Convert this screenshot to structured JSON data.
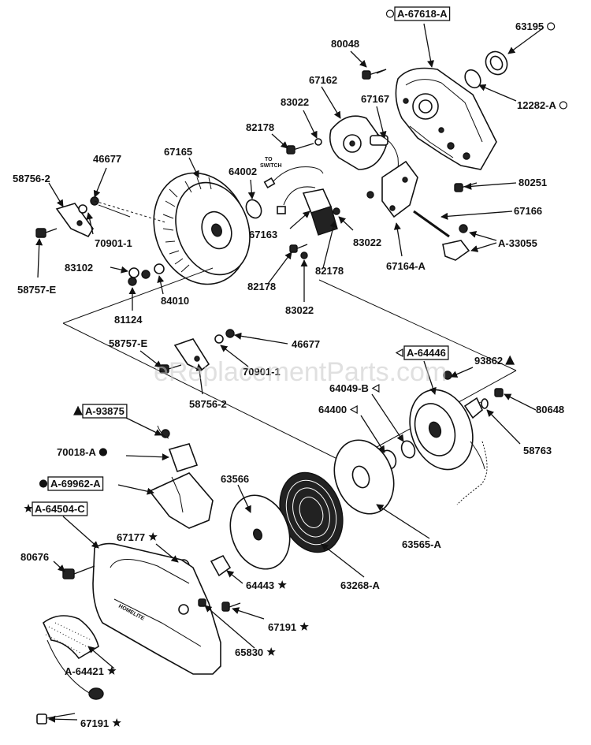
{
  "watermark": "eReplacementParts.com",
  "switch_note": "TO\nSWITCH",
  "brand_text": "HOMELITE",
  "labels": [
    {
      "id": "a67618a",
      "text": "A-67618-A",
      "boxed": true,
      "prefix": "circle",
      "suffix": ""
    },
    {
      "id": "p63195",
      "text": "63195",
      "boxed": false,
      "prefix": "",
      "suffix": "circle"
    },
    {
      "id": "p80048",
      "text": "80048",
      "boxed": false,
      "prefix": "",
      "suffix": ""
    },
    {
      "id": "p67162",
      "text": "67162",
      "boxed": false,
      "prefix": "",
      "suffix": ""
    },
    {
      "id": "p67167",
      "text": "67167",
      "boxed": false,
      "prefix": "",
      "suffix": ""
    },
    {
      "id": "p12282a",
      "text": "12282-A",
      "boxed": false,
      "prefix": "",
      "suffix": "circle"
    },
    {
      "id": "p83022a",
      "text": "83022",
      "boxed": false,
      "prefix": "",
      "suffix": ""
    },
    {
      "id": "p82178a",
      "text": "82178",
      "boxed": false,
      "prefix": "",
      "suffix": ""
    },
    {
      "id": "p46677a",
      "text": "46677",
      "boxed": false,
      "prefix": "",
      "suffix": ""
    },
    {
      "id": "p67165",
      "text": "67165",
      "boxed": false,
      "prefix": "",
      "suffix": ""
    },
    {
      "id": "p64002",
      "text": "64002",
      "boxed": false,
      "prefix": "",
      "suffix": ""
    },
    {
      "id": "p58756_2a",
      "text": "58756-2",
      "boxed": false,
      "prefix": "",
      "suffix": ""
    },
    {
      "id": "p80251",
      "text": "80251",
      "boxed": false,
      "prefix": "",
      "suffix": ""
    },
    {
      "id": "p67166",
      "text": "67166",
      "boxed": false,
      "prefix": "",
      "suffix": ""
    },
    {
      "id": "a33055",
      "text": "A-33055",
      "boxed": false,
      "prefix": "",
      "suffix": ""
    },
    {
      "id": "p70901_1a",
      "text": "70901-1",
      "boxed": false,
      "prefix": "",
      "suffix": ""
    },
    {
      "id": "p67163",
      "text": "67163",
      "boxed": false,
      "prefix": "",
      "suffix": ""
    },
    {
      "id": "p83022b",
      "text": "83022",
      "boxed": false,
      "prefix": "",
      "suffix": ""
    },
    {
      "id": "p67164a",
      "text": "67164-A",
      "boxed": false,
      "prefix": "",
      "suffix": ""
    },
    {
      "id": "p83102",
      "text": "83102",
      "boxed": false,
      "prefix": "",
      "suffix": ""
    },
    {
      "id": "p58757ea",
      "text": "58757-E",
      "boxed": false,
      "prefix": "",
      "suffix": ""
    },
    {
      "id": "p82178b",
      "text": "82178",
      "boxed": false,
      "prefix": "",
      "suffix": ""
    },
    {
      "id": "p82178c",
      "text": "82178",
      "boxed": false,
      "prefix": "",
      "suffix": ""
    },
    {
      "id": "p84010",
      "text": "84010",
      "boxed": false,
      "prefix": "",
      "suffix": ""
    },
    {
      "id": "p83022c",
      "text": "83022",
      "boxed": false,
      "prefix": "",
      "suffix": ""
    },
    {
      "id": "p81124",
      "text": "81124",
      "boxed": false,
      "prefix": "",
      "suffix": ""
    },
    {
      "id": "p46677b",
      "text": "46677",
      "boxed": false,
      "prefix": "",
      "suffix": ""
    },
    {
      "id": "p58757eb",
      "text": "58757-E",
      "boxed": false,
      "prefix": "",
      "suffix": ""
    },
    {
      "id": "a64446",
      "text": "A-64446",
      "boxed": true,
      "prefix": "triangle",
      "suffix": ""
    },
    {
      "id": "p70901_1b",
      "text": "70901-1",
      "boxed": false,
      "prefix": "",
      "suffix": ""
    },
    {
      "id": "p93862",
      "text": "93862",
      "boxed": false,
      "prefix": "",
      "suffix": "filled-triangle"
    },
    {
      "id": "p64049b",
      "text": "64049-B",
      "boxed": false,
      "prefix": "",
      "suffix": "triangle"
    },
    {
      "id": "p58756_2b",
      "text": "58756-2",
      "boxed": false,
      "prefix": "",
      "suffix": ""
    },
    {
      "id": "p80648",
      "text": "80648",
      "boxed": false,
      "prefix": "",
      "suffix": ""
    },
    {
      "id": "a93875",
      "text": "A-93875",
      "boxed": true,
      "prefix": "filled-triangle",
      "suffix": ""
    },
    {
      "id": "p64400",
      "text": "64400",
      "boxed": false,
      "prefix": "",
      "suffix": "triangle"
    },
    {
      "id": "p70018a",
      "text": "70018-A",
      "boxed": false,
      "prefix": "",
      "suffix": "filled-circle"
    },
    {
      "id": "p58763",
      "text": "58763",
      "boxed": false,
      "prefix": "",
      "suffix": ""
    },
    {
      "id": "a69962a",
      "text": "A-69962-A",
      "boxed": true,
      "prefix": "filled-circle",
      "suffix": ""
    },
    {
      "id": "p63566",
      "text": "63566",
      "boxed": false,
      "prefix": "",
      "suffix": ""
    },
    {
      "id": "a64504c",
      "text": "A-64504-C",
      "boxed": true,
      "prefix": "star",
      "suffix": ""
    },
    {
      "id": "p63565a",
      "text": "63565-A",
      "boxed": false,
      "prefix": "",
      "suffix": ""
    },
    {
      "id": "p67177",
      "text": "67177",
      "boxed": false,
      "prefix": "",
      "suffix": "star"
    },
    {
      "id": "p80676",
      "text": "80676",
      "boxed": false,
      "prefix": "",
      "suffix": ""
    },
    {
      "id": "p63268a",
      "text": "63268-A",
      "boxed": false,
      "prefix": "",
      "suffix": ""
    },
    {
      "id": "p64443",
      "text": "64443",
      "boxed": false,
      "prefix": "",
      "suffix": "star"
    },
    {
      "id": "p67191a",
      "text": "67191",
      "boxed": false,
      "prefix": "",
      "suffix": "star"
    },
    {
      "id": "p65830",
      "text": "65830",
      "boxed": false,
      "prefix": "",
      "suffix": "star"
    },
    {
      "id": "a64421",
      "text": "A-64421",
      "boxed": false,
      "prefix": "",
      "suffix": "star"
    },
    {
      "id": "p67191b",
      "text": "67191",
      "boxed": false,
      "prefix": "",
      "suffix": "star"
    }
  ]
}
